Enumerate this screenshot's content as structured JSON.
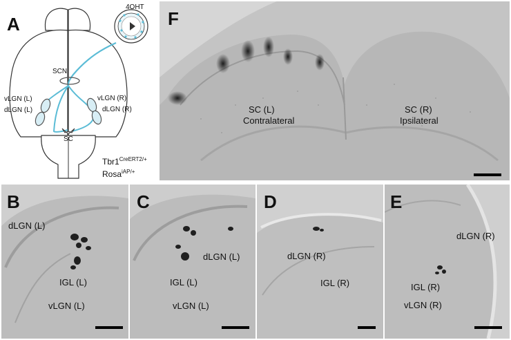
{
  "panels": {
    "A": {
      "label": "A",
      "labels": {
        "drug": "4OHT",
        "scn": "SCN",
        "vlgn_l": "vLGN (L)",
        "dlgn_l": "dLGN (L)",
        "vlgn_r": "vLGN (R)",
        "dlgn_r": "dLGN (R)",
        "sc": "SC"
      },
      "genotype_line1_base": "Tbr1",
      "genotype_line1_sup": "CreERT2/+",
      "genotype_line2_base": "Rosa",
      "genotype_line2_sup": "iAP/+",
      "colors": {
        "projection": "#5bbcd6",
        "outline": "#333333"
      }
    },
    "F": {
      "label": "F",
      "left_line1": "SC (L)",
      "left_line2": "Contralateral",
      "right_line1": "SC (R)",
      "right_line2": "Ipsilateral"
    },
    "B": {
      "label": "B",
      "dlgn": "dLGN (L)",
      "igl": "IGL (L)",
      "vlgn": "vLGN (L)"
    },
    "C": {
      "label": "C",
      "dlgn": "dLGN (L)",
      "igl": "IGL (L)",
      "vlgn": "vLGN (L)"
    },
    "D": {
      "label": "D",
      "dlgn": "dLGN (R)",
      "igl": "IGL (R)"
    },
    "E": {
      "label": "E",
      "dlgn": "dLGN (R)",
      "igl": "IGL (R)",
      "vlgn": "vLGN (R)"
    }
  }
}
